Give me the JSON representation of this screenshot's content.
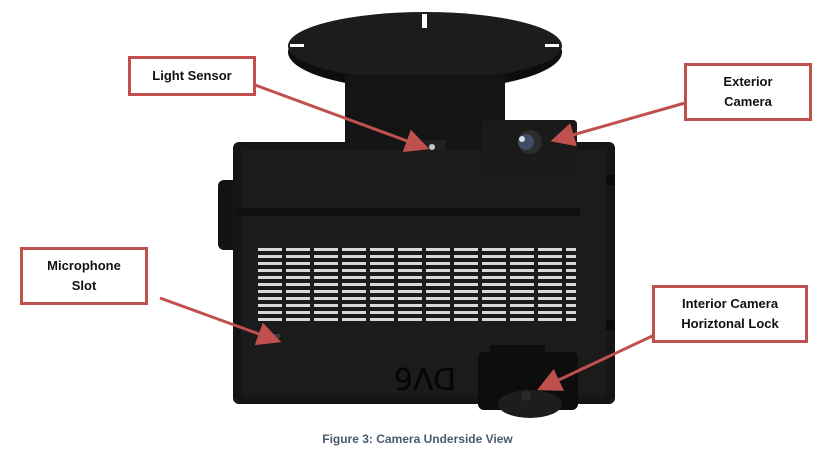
{
  "callouts": {
    "light_sensor": [
      "Light Sensor"
    ],
    "exterior_camera": [
      "Exterior",
      "Camera"
    ],
    "microphone_slot": [
      "Microphone",
      "Slot"
    ],
    "interior_lock": [
      "Interior Camera",
      "Horiztonal Lock"
    ]
  },
  "device_text": "DV6",
  "caption": "Figure 3: Camera Underside View",
  "colors": {
    "callout_border": "#c0504d",
    "device_body": "#111111",
    "caption": "#4a5a6e"
  }
}
